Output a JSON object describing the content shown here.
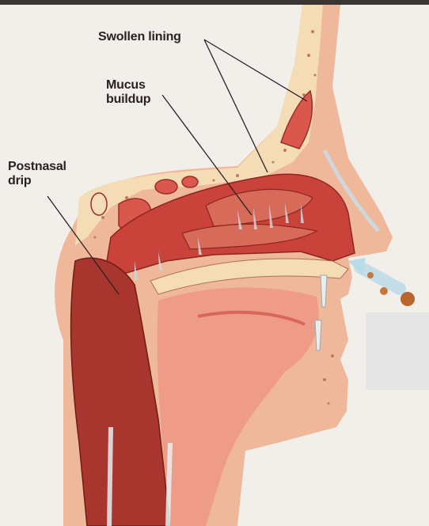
{
  "labels": {
    "swollen_lining": "Swollen lining",
    "mucus_line1": "Mucus",
    "mucus_line2": "buildup",
    "postnasal_line1": "Postnasal",
    "postnasal_line2": "drip"
  },
  "colors": {
    "background": "#f2eeea",
    "skin": "#f0b89a",
    "bone": "#f3dcb6",
    "tissue_red": "#c9433a",
    "mucus": "#cfd7dc",
    "label_text": "#2a2120"
  }
}
